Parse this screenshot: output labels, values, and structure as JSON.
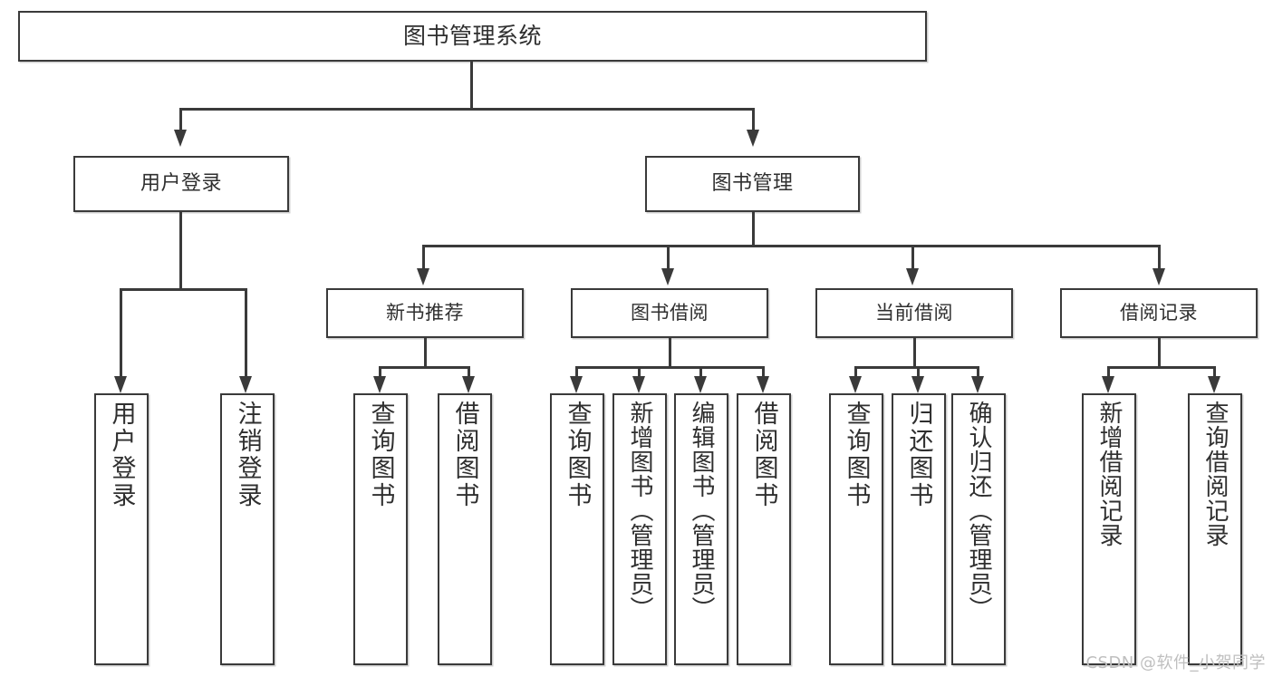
{
  "diagram": {
    "type": "tree",
    "title": "图书管理系统",
    "root": {
      "label": "图书管理系统"
    },
    "level1": [
      {
        "label": "用户登录"
      },
      {
        "label": "图书管理"
      }
    ],
    "level2": [
      {
        "label": "新书推荐"
      },
      {
        "label": "图书借阅"
      },
      {
        "label": "当前借阅"
      },
      {
        "label": "借阅记录"
      }
    ],
    "leaves": {
      "user_login": [
        {
          "label": "用户登录"
        },
        {
          "label": "注销登录"
        }
      ],
      "new_book_recommend": [
        {
          "label": "查询图书"
        },
        {
          "label": "借阅图书"
        }
      ],
      "book_borrow": [
        {
          "label": "查询图书"
        },
        {
          "label": "新增图书（管理员）"
        },
        {
          "label": "编辑图书（管理员）"
        },
        {
          "label": "借阅图书"
        }
      ],
      "current_borrow": [
        {
          "label": "查询图书"
        },
        {
          "label": "归还图书"
        },
        {
          "label": "确认归还（管理员）"
        }
      ],
      "borrow_record": [
        {
          "label": "新增借阅记录"
        },
        {
          "label": "查询借阅记录"
        }
      ]
    }
  },
  "watermark": {
    "text": "CSDN @软件_小贺同学"
  },
  "colors": {
    "stroke": "#3a3a3a",
    "text": "#2f2f2f",
    "background": "#ffffff",
    "watermark": "#bfbfbf"
  }
}
